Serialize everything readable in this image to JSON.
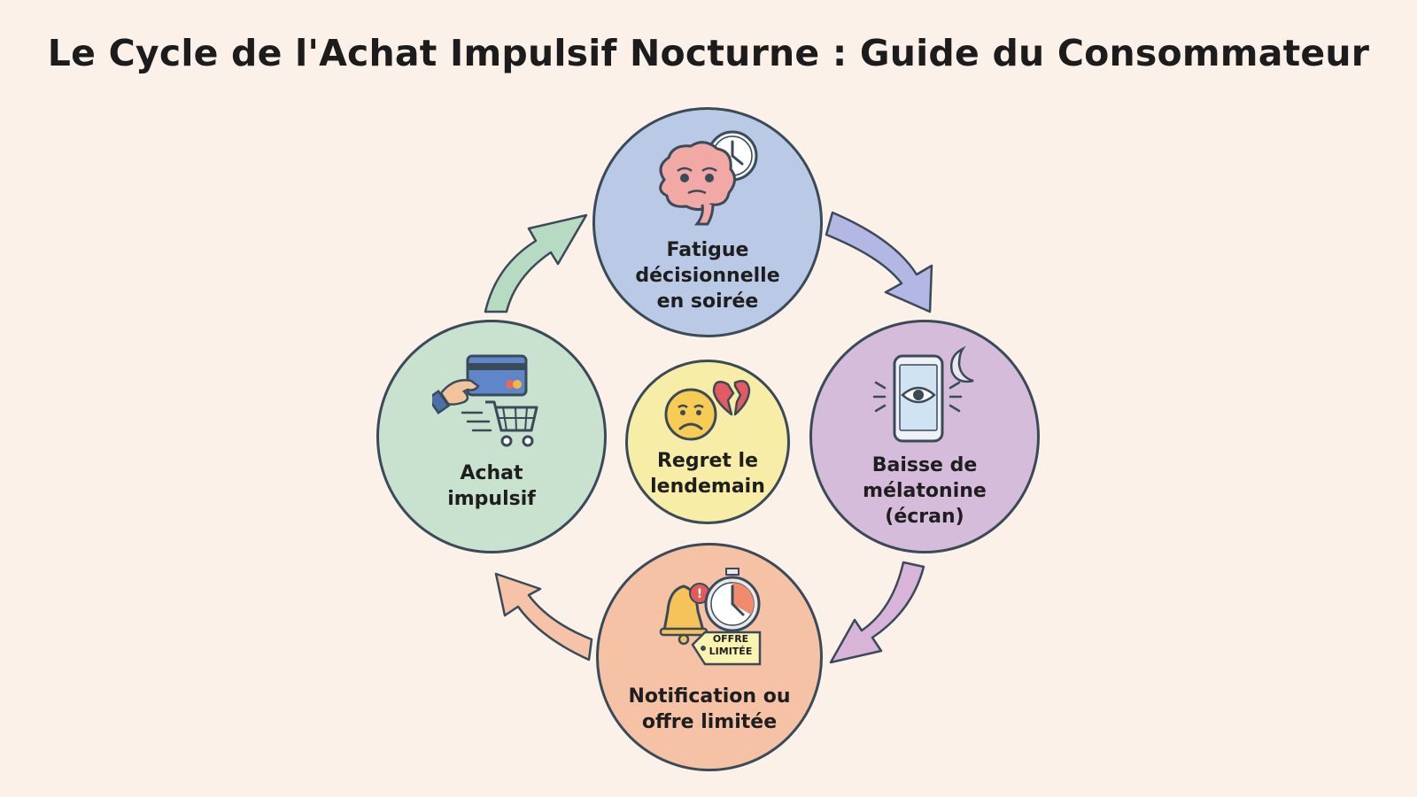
{
  "title": "Le Cycle de l'Achat Impulsif Nocturne : Guide du Consommateur",
  "colors": {
    "background": "#fbf1e8",
    "fatigue": "#b9c9e6",
    "melatonine": "#d6bcdb",
    "notification": "#f5c2a5",
    "achat": "#c9e2cf",
    "regret": "#f8eda6",
    "outline": "#3a4a58"
  },
  "nodes": {
    "fatigue": {
      "label": "Fatigue\ndécisionnelle\nen soirée",
      "icon": "tired-brain-clock-icon"
    },
    "melatonine": {
      "label": "Baisse de\nmélatonine\n(écran)",
      "icon": "smartphone-eye-moon-icon"
    },
    "notification": {
      "label": "Notification ou\noffre limitée",
      "icon": "bell-stopwatch-tag-icon",
      "tag": "OFFRE\nLIMITÉE"
    },
    "achat": {
      "label": "Achat\nimpulsif",
      "icon": "card-cart-icon"
    },
    "regret": {
      "label": "Regret le\nlendemain",
      "icon": "sad-face-broken-heart-icon"
    }
  }
}
